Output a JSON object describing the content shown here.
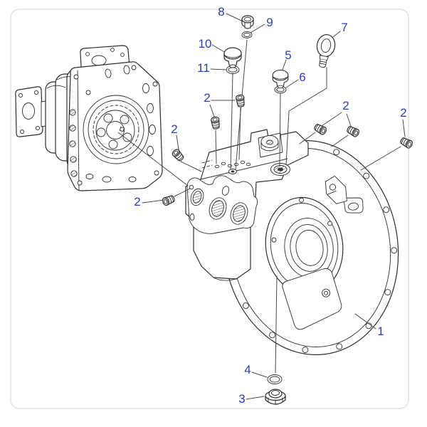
{
  "diagram": {
    "type": "exploded-parts-diagram",
    "subject": "hydraulic-pump-assembly",
    "background": "#ffffff",
    "border_color": "#e4e4e4",
    "line_color": "#2e2e2e",
    "leader_color": "#4a4a4a",
    "label_color": "#3137c8",
    "callouts": [
      {
        "label": "8",
        "part": "flanged-plug"
      },
      {
        "label": "9",
        "part": "o-ring"
      },
      {
        "label": "10",
        "part": "dome-plug"
      },
      {
        "label": "11",
        "part": "o-ring"
      },
      {
        "label": "5",
        "part": "dome-plug"
      },
      {
        "label": "6",
        "part": "o-ring"
      },
      {
        "label": "7",
        "part": "eyebolt"
      },
      {
        "label": "2",
        "part": "socket-plug"
      },
      {
        "label": "2",
        "part": "socket-plug"
      },
      {
        "label": "2",
        "part": "socket-plug"
      },
      {
        "label": "2",
        "part": "socket-plug"
      },
      {
        "label": "2",
        "part": "socket-plug"
      },
      {
        "label": "1",
        "part": "mounting-flange-case"
      },
      {
        "label": "4",
        "part": "o-ring"
      },
      {
        "label": "3",
        "part": "hex-plug"
      }
    ]
  }
}
